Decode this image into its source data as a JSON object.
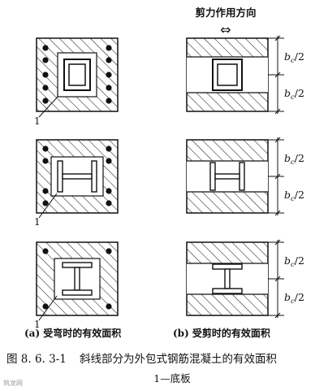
{
  "header": {
    "direction_label": "剪力作用方向",
    "arrow_glyph": "⇔"
  },
  "dimension_label": "b",
  "dimension_sub": "c",
  "dimension_suffix": "/2",
  "base_plate_marker": "1",
  "captions": {
    "left": "(a) 受弯时的有效面积",
    "right": "(b) 受剪时的有效面积"
  },
  "figure": {
    "number": "图 8. 6. 3-1",
    "title": "斜线部分为外包式钢筋混凝土的有效面积",
    "legend": "1—底板"
  },
  "watermark": "筑龙网"
}
